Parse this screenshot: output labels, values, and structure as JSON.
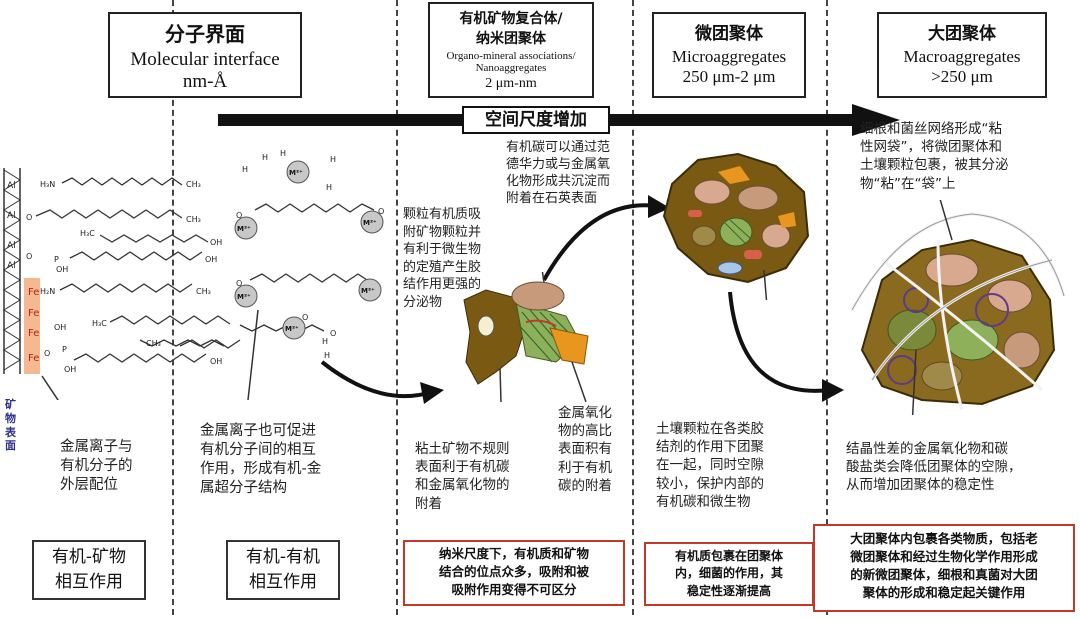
{
  "headers": [
    {
      "zh": "分子界面",
      "en": "Molecular interface",
      "sub": "nm-Å"
    },
    {
      "zh1": "有机矿物复合体/",
      "zh2": "纳米团聚体",
      "en1": "Organo-mineral associations/",
      "en2": "Nanoaggregates",
      "sub": "2 μm-nm"
    },
    {
      "zh": "微团聚体",
      "en": "Microaggregates",
      "sub": "250 μm-2 μm"
    },
    {
      "zh": "大团聚体",
      "en": "Macroaggregates",
      "sub": ">250 μm"
    }
  ],
  "scale_arrow_label": "空间尺度增加",
  "mineral_surface_label": [
    "矿",
    "物",
    "表",
    "面"
  ],
  "metal_labels": {
    "al": "Al",
    "fe": "Fe",
    "m2": "M²⁺"
  },
  "chem_labels": {
    "h3n": "H₃N",
    "h2n": "H₂N",
    "o": "O",
    "oh": "OH",
    "p": "P",
    "ch3": "CH₃",
    "h3c": "H₃C",
    "h": "H"
  },
  "notes": {
    "n1": [
      "金属离子与",
      "有机分子的",
      "外层配位"
    ],
    "n2": [
      "金属离子也可促进",
      "有机分子间的相互",
      "作用，形成有机-金",
      "属超分子结构"
    ],
    "n3": [
      "颗粒有机质吸",
      "附矿物颗粒并",
      "有利于微生物",
      "的定殖产生胶",
      "结作用更强的",
      "分泌物"
    ],
    "n4": [
      "有机碳可以通过范",
      "德华力或与金属氧",
      "化物形成共沉淀而",
      "附着在石英表面"
    ],
    "n5": [
      "粘土矿物不规则",
      "表面利于有机碳",
      "和金属氧化物的",
      "附着"
    ],
    "n6": [
      "金属氧化",
      "物的高比",
      "表面积有",
      "利于有机",
      "碳的附着"
    ],
    "n7": [
      "土壤颗粒在各类胶",
      "结剂的作用下团聚",
      "在一起，同时空隙",
      "较小，保护内部的",
      "有机碳和微生物"
    ],
    "n8": [
      "细根和菌丝网络形成“粘",
      "性网袋”，将微团聚体和",
      "土壤颗粒包裹，被其分泌",
      "物“粘”在“袋”上"
    ],
    "n9": [
      "结晶性差的金属氧化物和碳",
      "酸盐类会降低团聚体的空隙，",
      "从而增加团聚体的稳定性"
    ]
  },
  "bottom_boxes": {
    "b1": [
      "有机-矿物",
      "相互作用"
    ],
    "b2": [
      "有机-有机",
      "相互作用"
    ],
    "b3": [
      "纳米尺度下，有机质和矿物",
      "结合的位点众多，吸附和被",
      "吸附作用变得不可区分"
    ],
    "b4": [
      "有机质包裹在团聚体",
      "内，细菌的作用，其",
      "稳定性逐渐提高"
    ],
    "b5": [
      "大团聚体内包裹各类物质，包括老",
      "微团聚体和经过生物化学作用形成",
      "的新微团聚体，细根和真菌对大团",
      "聚体的形成和稳定起关键作用"
    ]
  },
  "colors": {
    "surface": "#f5b98f",
    "border_red": "#c0392b",
    "soil": "#7a5a12",
    "arrow": "#111111"
  }
}
